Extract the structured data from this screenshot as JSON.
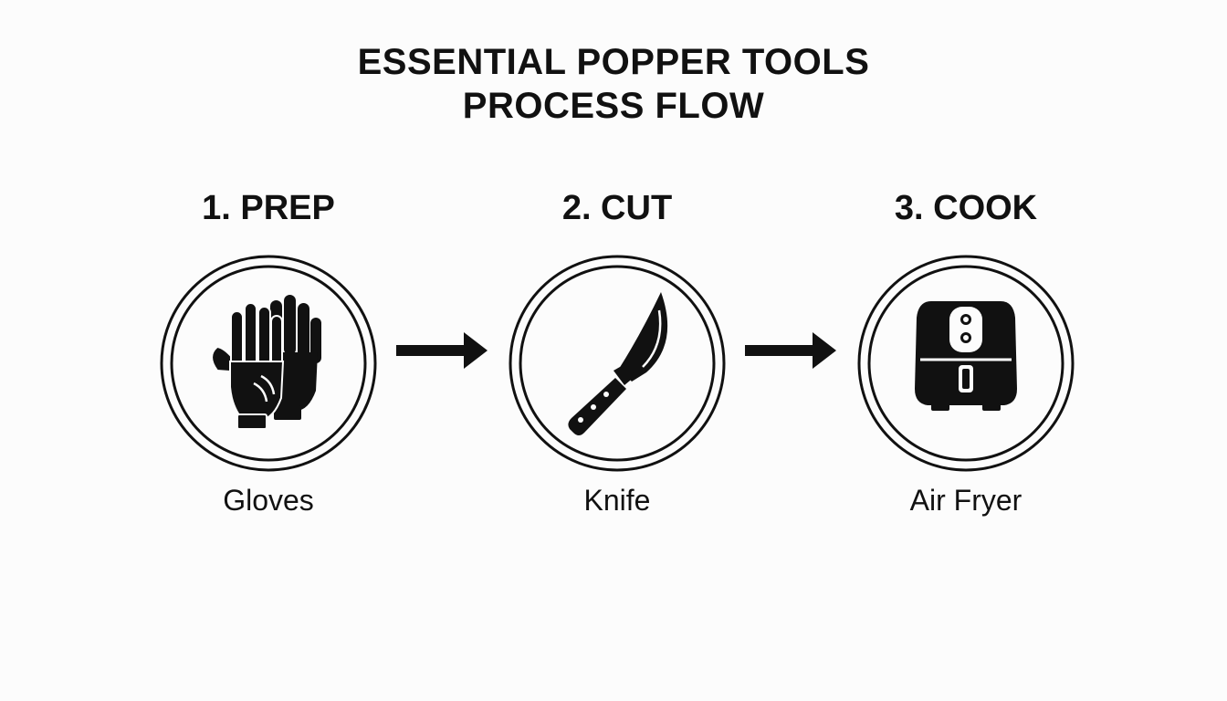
{
  "title": {
    "line1": "ESSENTIAL POPPER TOOLS",
    "line2": "PROCESS FLOW"
  },
  "steps": [
    {
      "label": "1. PREP",
      "tool": "Gloves",
      "icon": "gloves-icon"
    },
    {
      "label": "2. CUT",
      "tool": "Knife",
      "icon": "knife-icon"
    },
    {
      "label": "3. COOK",
      "tool": "Air Fryer",
      "icon": "air-fryer-icon"
    }
  ],
  "colors": {
    "ink": "#111111",
    "background": "#fcfcfc"
  }
}
